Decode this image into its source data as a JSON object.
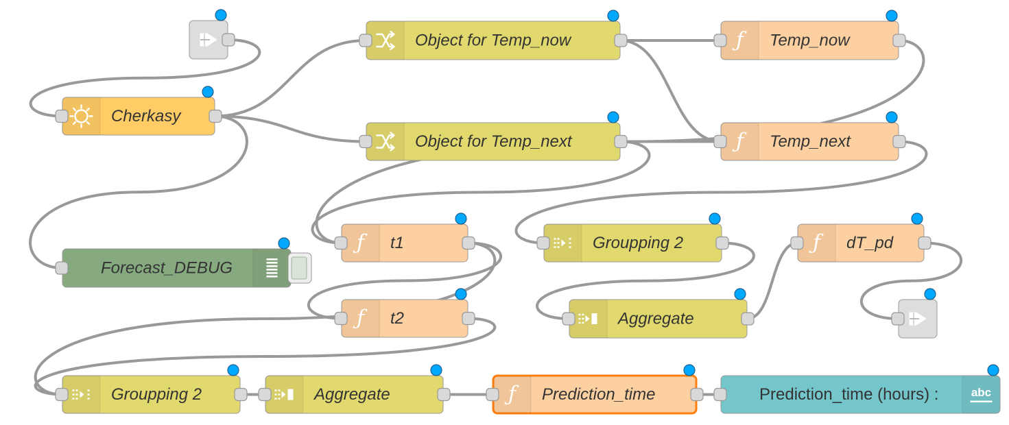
{
  "colors": {
    "function_node": "#fdd0a2",
    "change_node": "#e2d96e",
    "batch_node": "#e2d96e",
    "weather_node": "#ffcc66",
    "debug_node": "#87a980",
    "text_node": "#75c6cb",
    "link_node": "#dddddd",
    "wire": "#999999",
    "status_dot": "#00a8ff",
    "selected_outline": "#ff7f0e"
  },
  "nodes": [
    {
      "id": "link-in-top",
      "type": "link",
      "icon": "link-icon",
      "label": ""
    },
    {
      "id": "cherkasy",
      "type": "weather",
      "icon": "sun-icon",
      "label": "Cherkasy"
    },
    {
      "id": "obj-temp-now",
      "type": "change",
      "icon": "shuffle-icon",
      "label": "Object for Temp_now"
    },
    {
      "id": "obj-temp-next",
      "type": "change",
      "icon": "shuffle-icon",
      "label": "Object for Temp_next"
    },
    {
      "id": "temp-now",
      "type": "function",
      "icon": "function-icon",
      "label": "Temp_now"
    },
    {
      "id": "temp-next",
      "type": "function",
      "icon": "function-icon",
      "label": "Temp_next"
    },
    {
      "id": "forecast-debug",
      "type": "debug",
      "icon": "debug-list-icon",
      "label": "Forecast_DEBUG"
    },
    {
      "id": "t1",
      "type": "function",
      "icon": "function-icon",
      "label": "t1"
    },
    {
      "id": "t2",
      "type": "function",
      "icon": "function-icon",
      "label": "t2"
    },
    {
      "id": "groupping-2-mid",
      "type": "batch",
      "icon": "batch-icon",
      "label": "Groupping 2"
    },
    {
      "id": "aggregate-mid",
      "type": "join",
      "icon": "join-icon",
      "label": "Aggregate"
    },
    {
      "id": "dt-pd",
      "type": "function",
      "icon": "function-icon",
      "label": "dT_pd"
    },
    {
      "id": "link-out-right",
      "type": "link",
      "icon": "link-icon",
      "label": ""
    },
    {
      "id": "groupping-2-bottom",
      "type": "batch",
      "icon": "batch-icon",
      "label": "Groupping 2"
    },
    {
      "id": "aggregate-bottom",
      "type": "join",
      "icon": "join-icon",
      "label": "Aggregate"
    },
    {
      "id": "prediction-time",
      "type": "function",
      "icon": "function-icon",
      "label": "Prediction_time",
      "selected": true
    },
    {
      "id": "prediction-time-hours",
      "type": "text",
      "icon": "abc-icon",
      "label": "Prediction_time (hours) :"
    }
  ],
  "connections": [
    [
      "link-in-top",
      "cherkasy"
    ],
    [
      "cherkasy",
      "obj-temp-now"
    ],
    [
      "cherkasy",
      "obj-temp-next"
    ],
    [
      "cherkasy",
      "forecast-debug"
    ],
    [
      "obj-temp-now",
      "temp-now"
    ],
    [
      "obj-temp-now",
      "temp-next"
    ],
    [
      "obj-temp-next",
      "temp-next"
    ],
    [
      "obj-temp-next",
      "t1"
    ],
    [
      "temp-now",
      "t1"
    ],
    [
      "temp-next",
      "groupping-2-mid"
    ],
    [
      "t1",
      "t2"
    ],
    [
      "t1",
      "groupping-2-bottom"
    ],
    [
      "t2",
      "groupping-2-bottom"
    ],
    [
      "groupping-2-mid",
      "aggregate-mid"
    ],
    [
      "aggregate-mid",
      "dt-pd"
    ],
    [
      "dt-pd",
      "link-out-right"
    ],
    [
      "groupping-2-bottom",
      "aggregate-bottom"
    ],
    [
      "aggregate-bottom",
      "prediction-time"
    ],
    [
      "prediction-time",
      "prediction-time-hours"
    ]
  ]
}
